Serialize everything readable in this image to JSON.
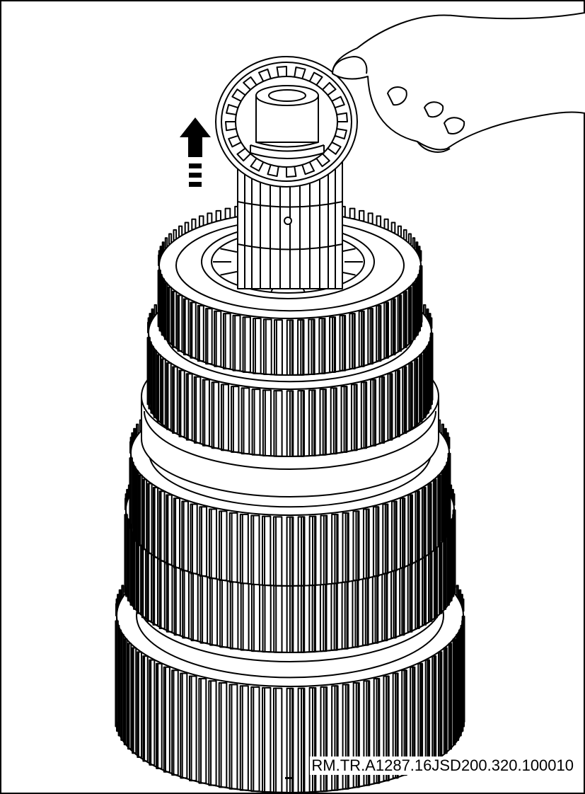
{
  "figure": {
    "reference_code": "RM.TR.A1287.16JSD200.320.100010",
    "line_color": "#000000",
    "background_color": "#ffffff",
    "icons": [
      "up-arrow-icon",
      "hand-icon"
    ],
    "gears": [
      {
        "name": "synchro-ring",
        "teeth": 20
      },
      {
        "name": "gear-tier-1",
        "teeth": 38
      },
      {
        "name": "gear-tier-2",
        "teeth": 40
      },
      {
        "name": "gear-tier-3",
        "teeth": 44
      },
      {
        "name": "gear-tier-4",
        "teeth": 46
      },
      {
        "name": "gear-tier-5",
        "teeth": 48
      }
    ]
  }
}
